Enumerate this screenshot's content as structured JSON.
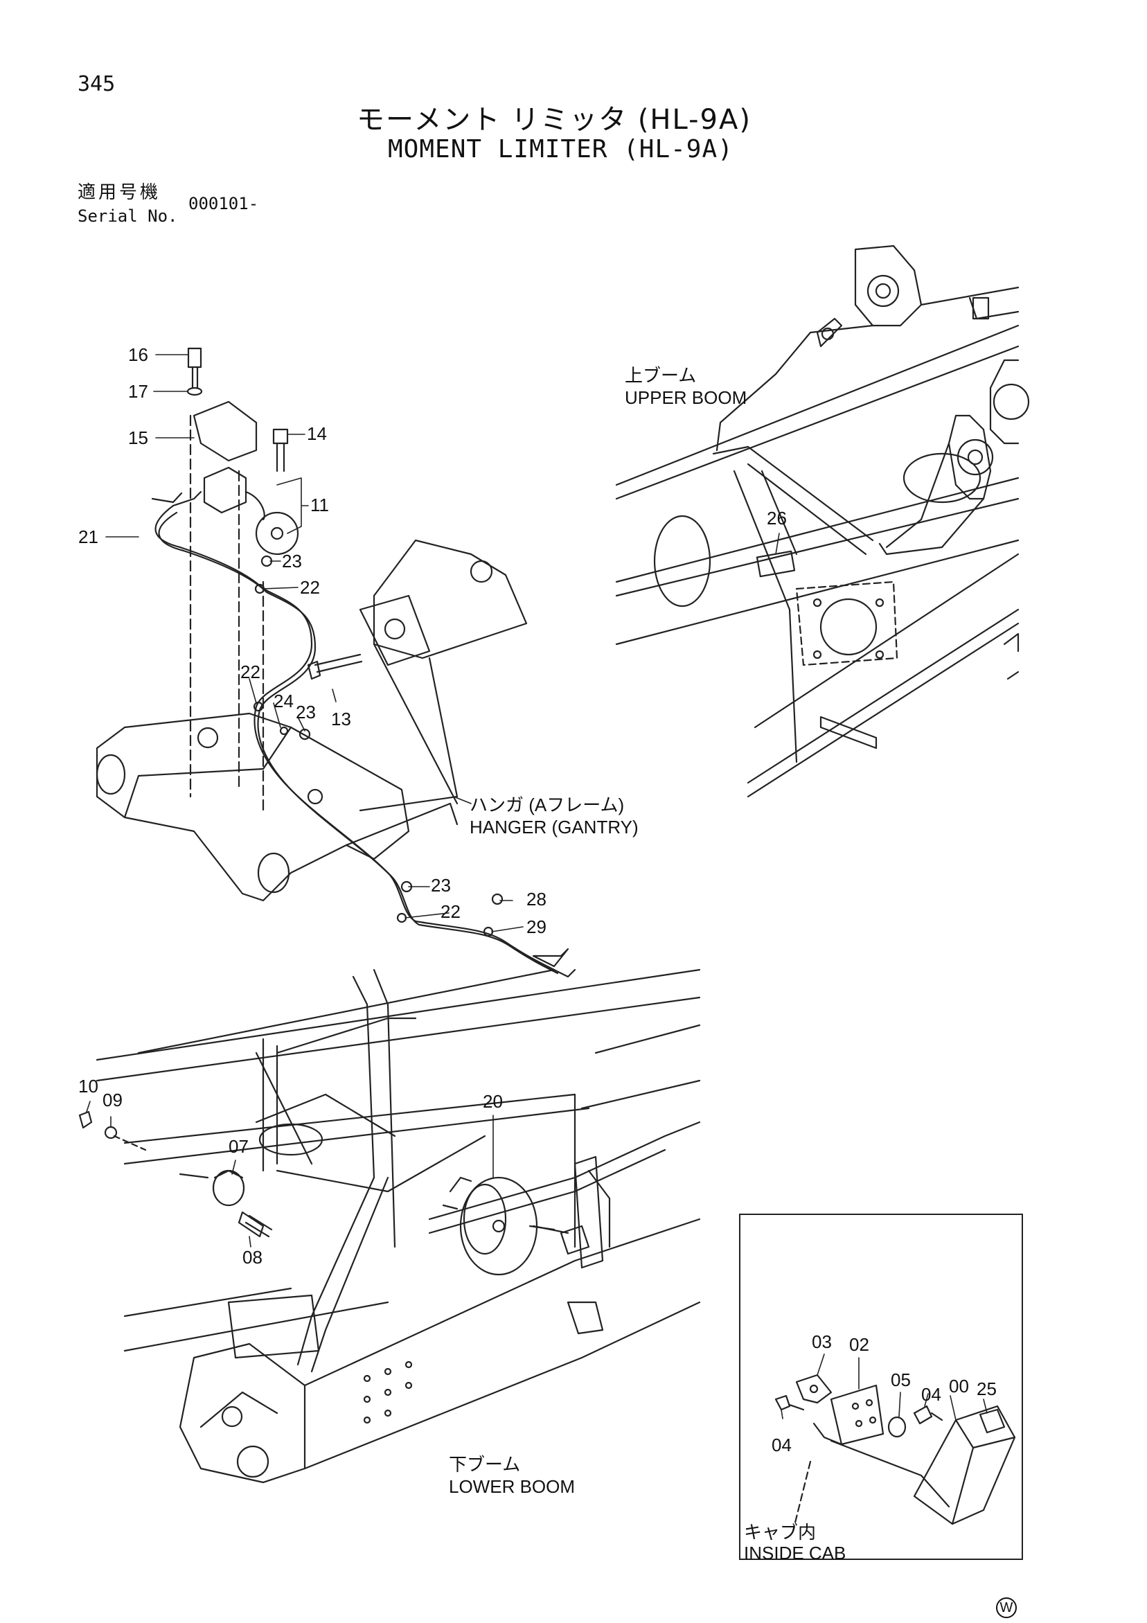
{
  "page_number": "345",
  "title_jp": "モーメント リミッタ (HL-9A)",
  "title_en": "MOMENT LIMITER (HL-9A)",
  "serial": {
    "label_jp": "適用号機",
    "label_en": "Serial No.",
    "value": "000101-"
  },
  "areas": {
    "upper_boom": {
      "jp": "上ブーム",
      "en": "UPPER BOOM"
    },
    "hanger": {
      "jp": "ハンガ (Aフレーム)",
      "en": "HANGER (GANTRY)"
    },
    "lower_boom": {
      "jp": "下ブーム",
      "en": "LOWER BOOM"
    },
    "inside_cab": {
      "jp": "キャブ内",
      "en": "INSIDE CAB"
    }
  },
  "callouts": {
    "c16": "16",
    "c17": "17",
    "c15": "15",
    "c14": "14",
    "c11": "11",
    "c21": "21",
    "c23a": "23",
    "c22a": "22",
    "c22b": "22",
    "c24": "24",
    "c23b": "23",
    "c13": "13",
    "c23c": "23",
    "c22c": "22",
    "c28": "28",
    "c29": "29",
    "c26": "26",
    "c10": "10",
    "c09": "09",
    "c07": "07",
    "c08": "08",
    "c20": "20",
    "c03": "03",
    "c02": "02",
    "c05": "05",
    "c04a": "04",
    "c00": "00",
    "c25": "25",
    "c04b": "04"
  },
  "corner_mark": "W"
}
